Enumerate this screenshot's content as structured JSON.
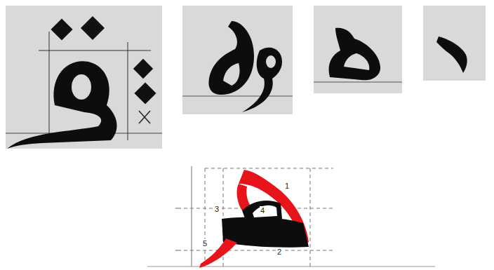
{
  "diagram": {
    "labels": [
      "1",
      "3",
      "4",
      "5",
      "2"
    ]
  }
}
